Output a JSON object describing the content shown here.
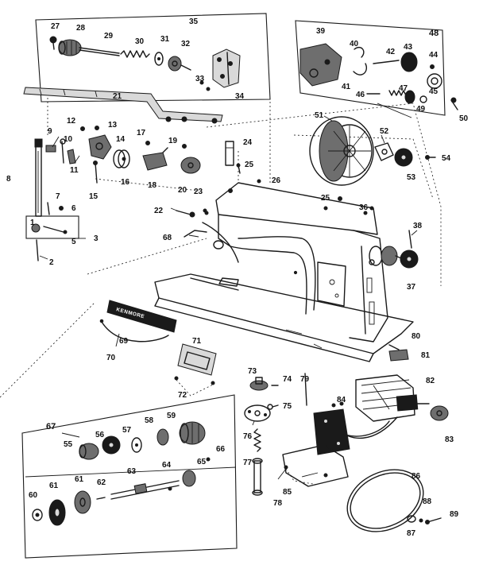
{
  "parts": {
    "p1": "1",
    "p2": "2",
    "p3": "3",
    "p5": "5",
    "p6": "6",
    "p7": "7",
    "p8": "8",
    "p9": "9",
    "p10": "10",
    "p11": "11",
    "p12": "12",
    "p13": "13",
    "p14": "14",
    "p15": "15",
    "p16": "16",
    "p17": "17",
    "p18": "18",
    "p19": "19",
    "p20": "20",
    "p21": "21",
    "p22": "22",
    "p23": "23",
    "p24": "24",
    "p25": "25",
    "p25b": "25",
    "p26": "26",
    "p27": "27",
    "p28": "28",
    "p29": "29",
    "p30": "30",
    "p31": "31",
    "p32": "32",
    "p33": "33",
    "p34": "34",
    "p35": "35",
    "p36": "36",
    "p37": "37",
    "p38": "38",
    "p39": "39",
    "p40": "40",
    "p41": "41",
    "p42": "42",
    "p43": "43",
    "p44": "44",
    "p45": "45",
    "p46": "46",
    "p47": "47",
    "p48": "48",
    "p49": "49",
    "p50": "50",
    "p51": "51",
    "p52": "52",
    "p53": "53",
    "p54": "54",
    "p55": "55",
    "p56": "56",
    "p57": "57",
    "p58": "58",
    "p59": "59",
    "p60": "60",
    "p61": "61",
    "p62": "62",
    "p63": "63",
    "p64": "64",
    "p65": "65",
    "p66": "66",
    "p67": "67",
    "p68": "68",
    "p69": "69",
    "p70": "70",
    "p71": "71",
    "p72": "72",
    "p73": "73",
    "p74": "74",
    "p75": "75",
    "p76": "76",
    "p77": "77",
    "p78": "78",
    "p79": "79",
    "p80": "80",
    "p81": "81",
    "p82": "82",
    "p83": "83",
    "p84": "84",
    "p85": "85",
    "p86": "86",
    "p87": "87",
    "p88": "88",
    "p89": "89"
  },
  "colors": {
    "ink": "#1a1a1a",
    "paper": "#ffffff"
  }
}
